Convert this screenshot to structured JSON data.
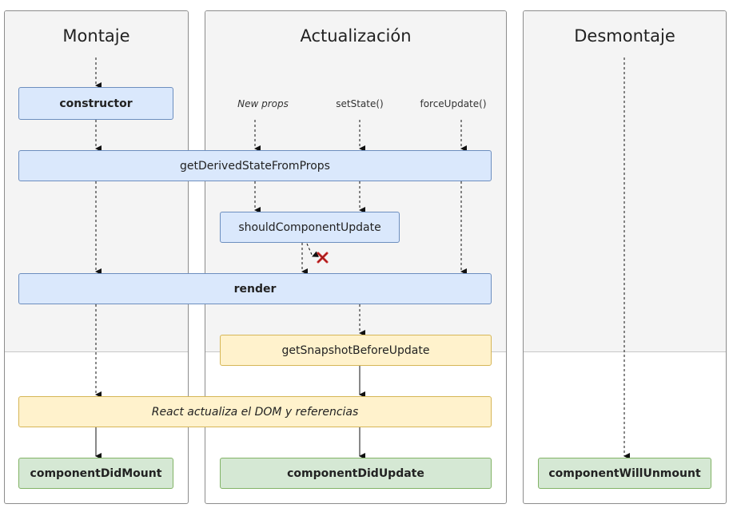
{
  "columns": {
    "mounting": "Montaje",
    "updating": "Actualización",
    "unmounting": "Desmontaje"
  },
  "triggers": {
    "new_props": "New props",
    "set_state": "setState()",
    "force_update": "forceUpdate()"
  },
  "methods": {
    "constructor": "constructor",
    "get_derived_state": "getDerivedStateFromProps",
    "should_update": "shouldComponentUpdate",
    "render": "render",
    "get_snapshot": "getSnapshotBeforeUpdate",
    "dom_update": "React actualiza el DOM y referencias",
    "did_mount": "componentDidMount",
    "did_update": "componentDidUpdate",
    "will_unmount": "componentWillUnmount"
  },
  "colors": {
    "render_phase": "#dae8fc",
    "commit_prep": "#fff2cc",
    "commit": "#d5e8d4",
    "cancel_mark": "#cc2b2b"
  },
  "icons": {
    "cancel": "x-mark-icon"
  }
}
